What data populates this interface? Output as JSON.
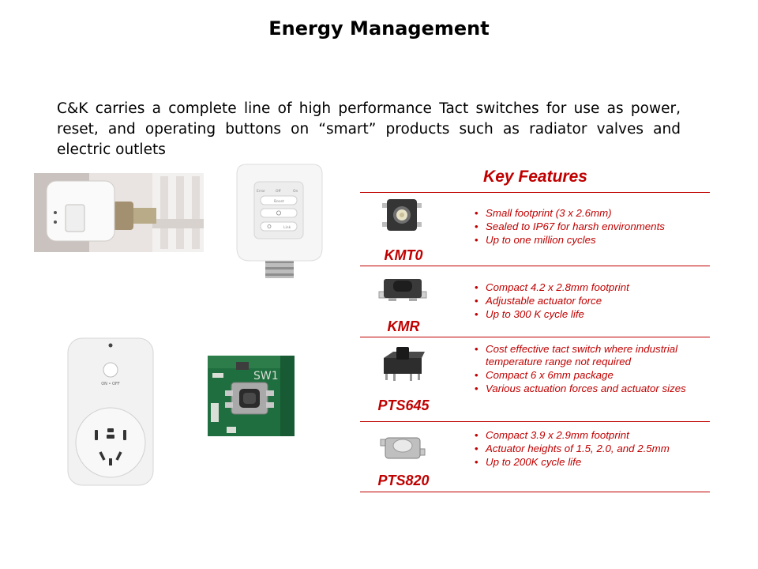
{
  "title": "Energy Management",
  "intro": "C&K carries a complete line of high performance Tact switches for use as power, reset, and operating buttons on “smart” products such as radiator valves and electric outlets",
  "key_features": {
    "heading": "Key Features",
    "products": [
      {
        "name": "KMT0",
        "features": [
          "Small footprint (3 x 2.6mm)",
          "Sealed to IP67 for harsh environments",
          "Up to one million cycles"
        ]
      },
      {
        "name": "KMR",
        "features": [
          "Compact 4.2 x 2.8mm footprint",
          "Adjustable actuator force",
          "Up to 300 K cycle life"
        ]
      },
      {
        "name": "PTS645",
        "features": [
          "Cost effective tact switch where industrial temperature range not required",
          "Compact 6 x 6mm package",
          "Various actuation forces and actuator sizes"
        ]
      },
      {
        "name": "PTS820",
        "features": [
          "Compact 3.9 x 2.9mm footprint",
          "Actuator heights of 1.5, 2.0, and 2.5mm",
          "Up to 200K cycle life"
        ]
      }
    ]
  },
  "valve_labels": {
    "error": "Error",
    "off": "Off",
    "on": "On",
    "boost": "Boost",
    "link": "Link"
  },
  "plug_label": "ON • OFF",
  "pcb_label": "SW1",
  "colors": {
    "accent": "#c00000"
  }
}
